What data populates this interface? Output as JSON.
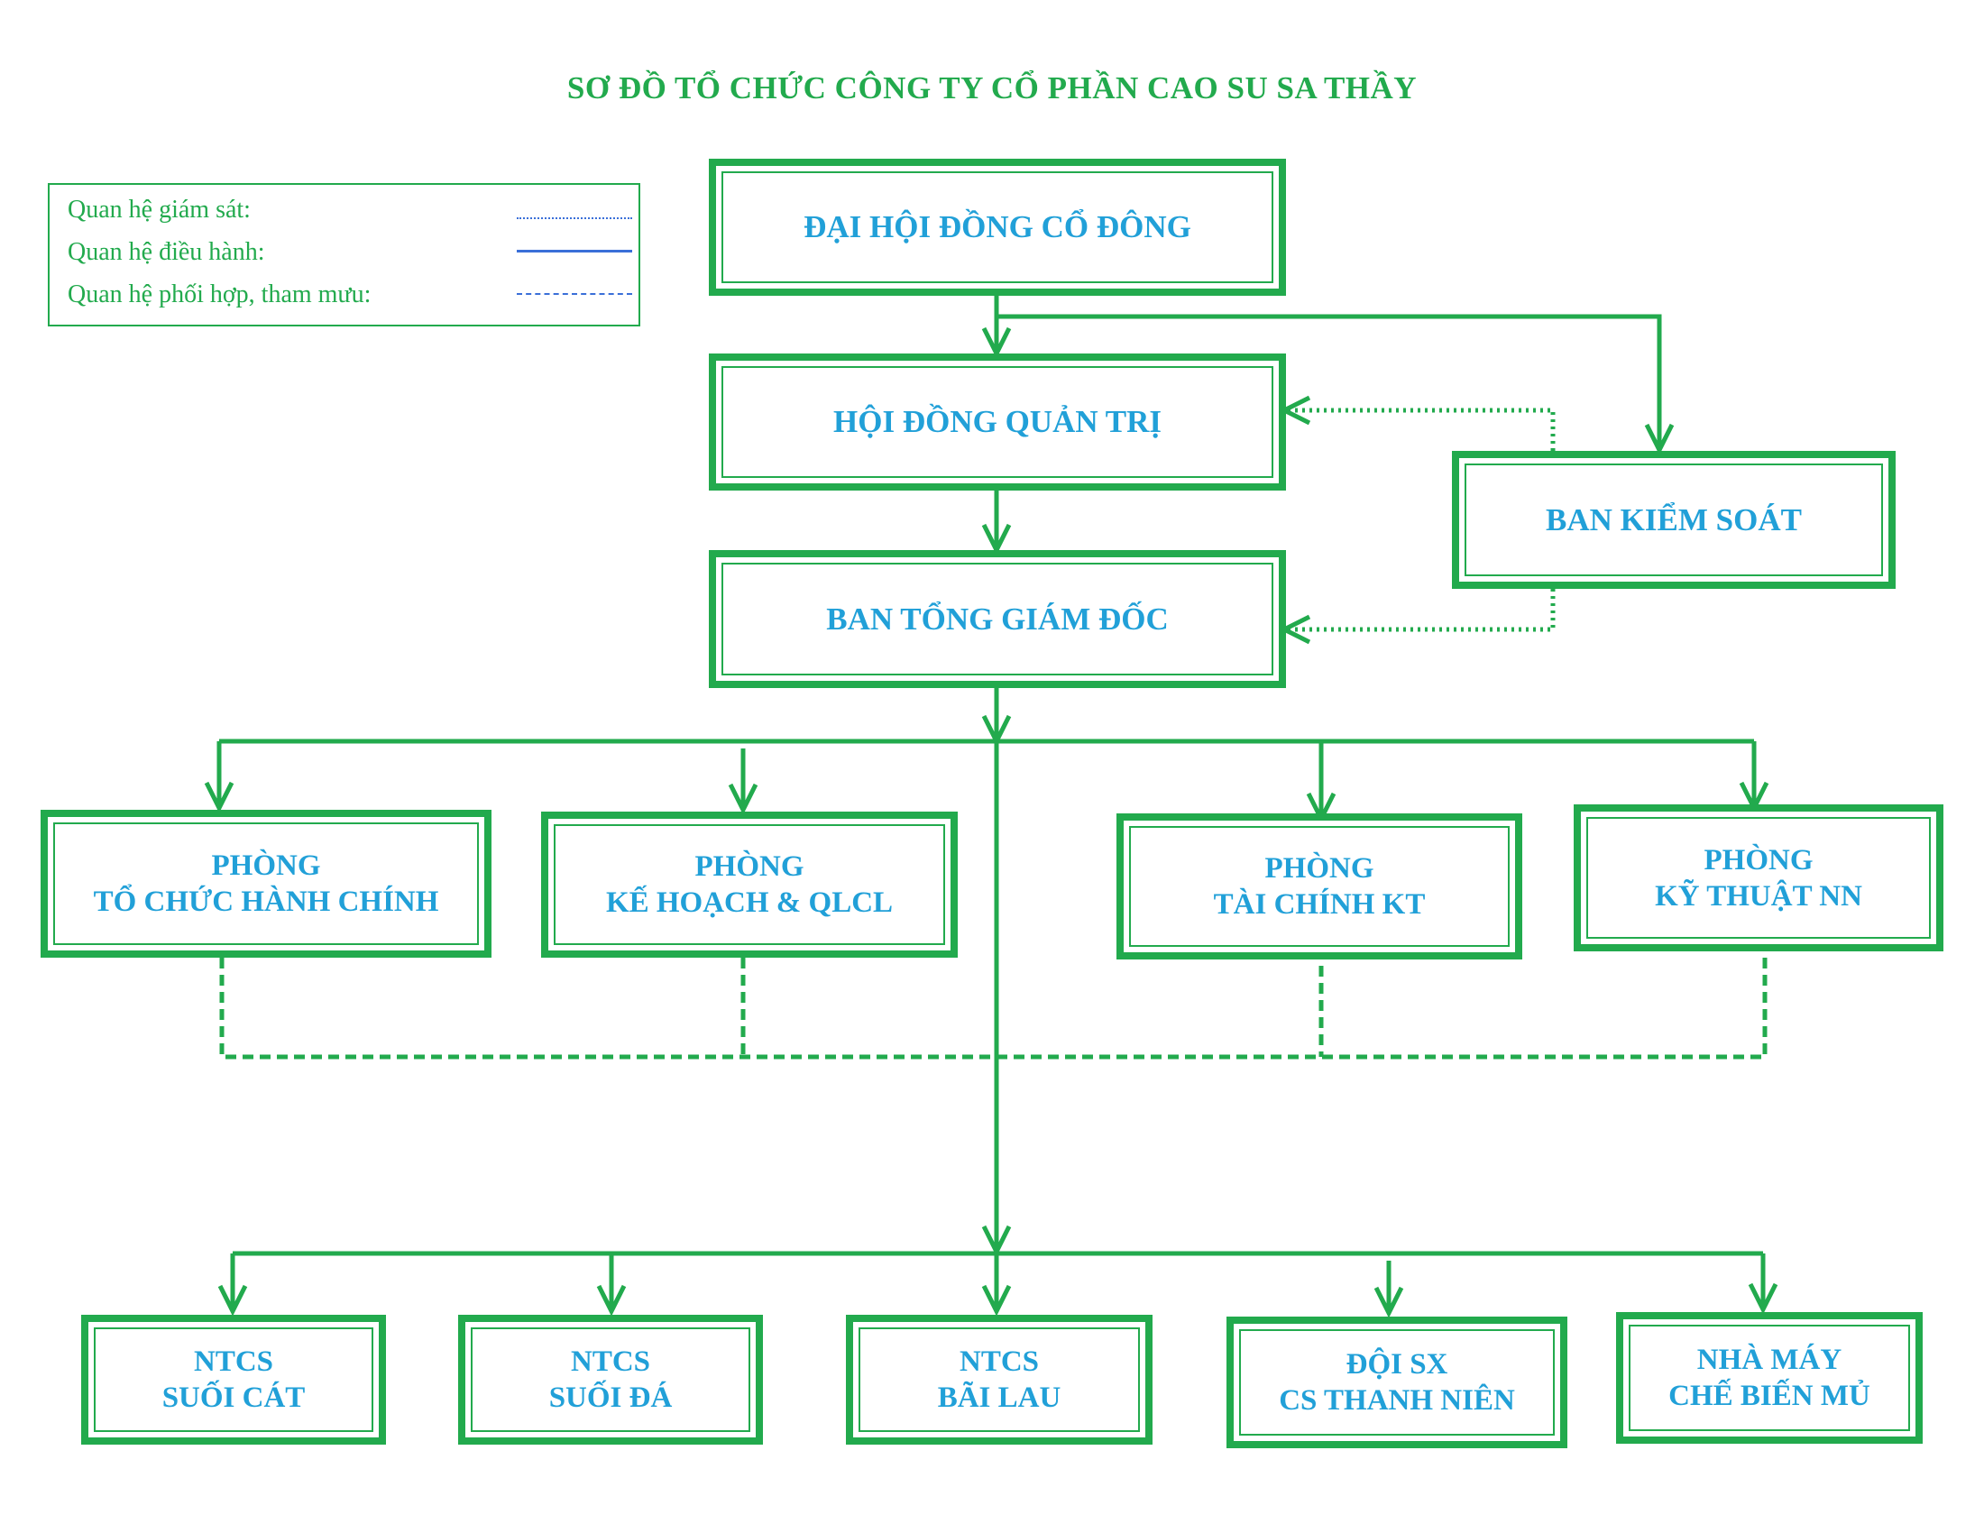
{
  "title": "SƠ ĐỒ TỔ CHỨC CÔNG TY CỔ PHẦN CAO SU SA THẦY",
  "colors": {
    "green": "#22aa4d",
    "blue": "#21a0d8",
    "legend_line": "#3a6fd8"
  },
  "legend": {
    "supervision": "Quan hệ giám sát:",
    "executive": "Quan hệ điều hành:",
    "coordination": "Quan hệ phối hợp, tham mưu:"
  },
  "nodes": {
    "shareholders": "ĐẠI HỘI ĐỒNG CỔ ĐÔNG",
    "board": "HỘI ĐỒNG QUẢN TRỊ",
    "supervisory": "BAN KIỂM SOÁT",
    "directors": "BAN TỔNG GIÁM ĐỐC",
    "dept_admin": {
      "line1": "PHÒNG",
      "line2": "TỔ CHỨC HÀNH CHÍNH"
    },
    "dept_planning": {
      "line1": "PHÒNG",
      "line2": "KẾ HOẠCH & QLCL"
    },
    "dept_finance": {
      "line1": "PHÒNG",
      "line2": "TÀI CHÍNH KT"
    },
    "dept_tech": {
      "line1": "PHÒNG",
      "line2": "KỸ THUẬT NN"
    },
    "farm_suoicat": {
      "line1": "NTCS",
      "line2": "SUỐI CÁT"
    },
    "farm_suoida": {
      "line1": "NTCS",
      "line2": "SUỐI ĐÁ"
    },
    "farm_bailau": {
      "line1": "NTCS",
      "line2": "BÃI LAU"
    },
    "team_thanhnien": {
      "line1": "ĐỘI SX",
      "line2": "CS THANH NIÊN"
    },
    "factory": {
      "line1": "NHÀ MÁY",
      "line2": "CHẾ BIẾN MỦ"
    }
  }
}
